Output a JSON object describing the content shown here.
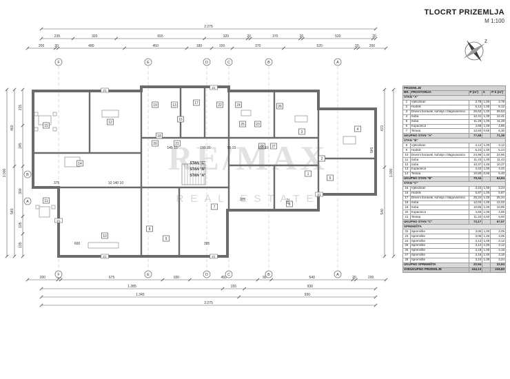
{
  "title_block": {
    "title": "TLOCRT PRIZEMLJA",
    "scale": "M 1:100"
  },
  "compass": {
    "label": "z"
  },
  "watermark": {
    "line1": "RE/MAX",
    "line2": "REAL ESTATE"
  },
  "plan": {
    "dims": {
      "top1": [
        "2.275"
      ],
      "top2": [
        "235",
        "320",
        "655",
        "320",
        "20",
        "370",
        "20",
        "520",
        "20"
      ],
      "top3": [
        "200",
        "20",
        "480",
        "450",
        "180",
        "150",
        "370",
        "520",
        "20",
        "200"
      ],
      "bot1": [
        "200",
        "20",
        "675",
        "180",
        "450",
        "90",
        "540",
        "20",
        "200"
      ],
      "bot2": [
        "1.285",
        "155",
        "930"
      ],
      "bot3": [
        "1.345",
        "930"
      ],
      "bot4": [
        "2.275"
      ],
      "left1": [
        "1.000"
      ],
      "left2": [
        "460",
        "540"
      ],
      "left3": [
        "215",
        "245",
        "300",
        "105",
        "135"
      ],
      "right1": [
        "1.000"
      ],
      "right2": [
        "470",
        "540"
      ]
    },
    "grid": {
      "top": [
        "F",
        "E",
        "D",
        "C",
        "B",
        "A"
      ],
      "bottom": [
        "F",
        "E",
        "D",
        "C",
        "B",
        "A"
      ],
      "left": [
        "B",
        "A"
      ]
    },
    "rooms": [
      "15",
      "12",
      "19",
      "13",
      "17",
      "16",
      "24",
      "22",
      "26",
      "25",
      "23",
      "3",
      "4",
      "18",
      "20",
      "21",
      "28",
      "27",
      "14",
      "11",
      "10",
      "8",
      "9",
      "7",
      "5",
      "6",
      "1",
      "2"
    ],
    "inner_dims": [
      "375",
      "10 140 10",
      "145 10",
      "190 20",
      "95 15",
      "155 10",
      "600",
      "395",
      "205",
      "210",
      "545"
    ],
    "stan_labels": [
      "STAN \"C\"",
      "STAN \"B\"",
      "STAN \"A\""
    ],
    "wall_tag": "Z1"
  },
  "table": {
    "header": "PRIZEMLJE",
    "columns": [
      "BR.",
      "PROSTORIJA",
      "P (m²)",
      "k",
      "P·k (m²)"
    ],
    "groups": [
      {
        "name": "STAN \"A\"",
        "rows": [
          [
            "1",
            "Vjetrobran",
            "3,78",
            "1,00",
            "3,78"
          ],
          [
            "2",
            "Hodnik",
            "6,12",
            "1,00",
            "6,12"
          ],
          [
            "3",
            "Dnevni boravak, kuhinja i blagovaonica",
            "26,63",
            "1,00",
            "26,63"
          ],
          [
            "4",
            "Soba",
            "12,41",
            "1,00",
            "12,41"
          ],
          [
            "5",
            "Soba",
            "11,28",
            "1,00",
            "11,28"
          ],
          [
            "6",
            "Kupaonica",
            "4,86",
            "1,00",
            "4,86"
          ],
          [
            "7",
            "Terasa",
            "12,60",
            "0,50",
            "6,30"
          ]
        ],
        "total": [
          "UKUPNO STAN \"A\"",
          "77,68",
          "",
          "71,38"
        ]
      },
      {
        "name": "STAN \"B\"",
        "rows": [
          [
            "8",
            "Vjetrobran",
            "3,12",
            "1,00",
            "3,12"
          ],
          [
            "9",
            "Hodnik",
            "5,24",
            "1,00",
            "5,24"
          ],
          [
            "10",
            "Dnevni boravak, kuhinja i blagovaonica",
            "24,96",
            "1,00",
            "24,96"
          ],
          [
            "11",
            "Soba",
            "11,43",
            "1,00",
            "11,43"
          ],
          [
            "12",
            "Soba",
            "10,37",
            "1,00",
            "10,37"
          ],
          [
            "13",
            "Kupaonica",
            "4,42",
            "1,00",
            "4,42"
          ],
          [
            "14",
            "Terasa",
            "10,80",
            "0,50",
            "5,40"
          ]
        ],
        "total": [
          "UKUPNO STAN \"B\"",
          "70,34",
          "",
          "64,94"
        ]
      },
      {
        "name": "STAN \"C\"",
        "rows": [
          [
            "15",
            "Vjetrobran",
            "3,24",
            "1,00",
            "3,24"
          ],
          [
            "16",
            "Hodnik",
            "5,87",
            "1,00",
            "5,87"
          ],
          [
            "17",
            "Dnevni boravak, kuhinja i blagovaonica",
            "25,34",
            "1,00",
            "25,34"
          ],
          [
            "18",
            "Soba",
            "12,02",
            "1,00",
            "12,02"
          ],
          [
            "19",
            "Soba",
            "10,85",
            "1,00",
            "10,85"
          ],
          [
            "20",
            "Kupaonica",
            "4,65",
            "1,00",
            "4,65"
          ],
          [
            "21",
            "Terasa",
            "11,20",
            "0,50",
            "5,60"
          ]
        ],
        "total": [
          "UKUPNO STAN \"C\"",
          "73,17",
          "",
          "67,57"
        ]
      },
      {
        "name": "SPREMIŠTA",
        "rows": [
          [
            "22",
            "Spremište",
            "3,05",
            "1,00",
            "3,05"
          ],
          [
            "23",
            "Spremište",
            "3,05",
            "1,00",
            "3,05"
          ],
          [
            "24",
            "Spremište",
            "3,12",
            "1,00",
            "3,12"
          ],
          [
            "25",
            "Spremište",
            "3,12",
            "1,00",
            "3,12"
          ],
          [
            "26",
            "Spremište",
            "3,18",
            "1,00",
            "3,18"
          ],
          [
            "27",
            "Spremište",
            "3,18",
            "1,00",
            "3,18"
          ],
          [
            "28",
            "Spremište",
            "3,24",
            "1,00",
            "3,24"
          ]
        ],
        "total": [
          "UKUPNO SPREMIŠTA",
          "22,94",
          "",
          "22,94"
        ]
      }
    ],
    "grand_total": [
      "SVEUKUPNO PRIZEMLJE",
      "244,13",
      "",
      "226,83"
    ]
  }
}
